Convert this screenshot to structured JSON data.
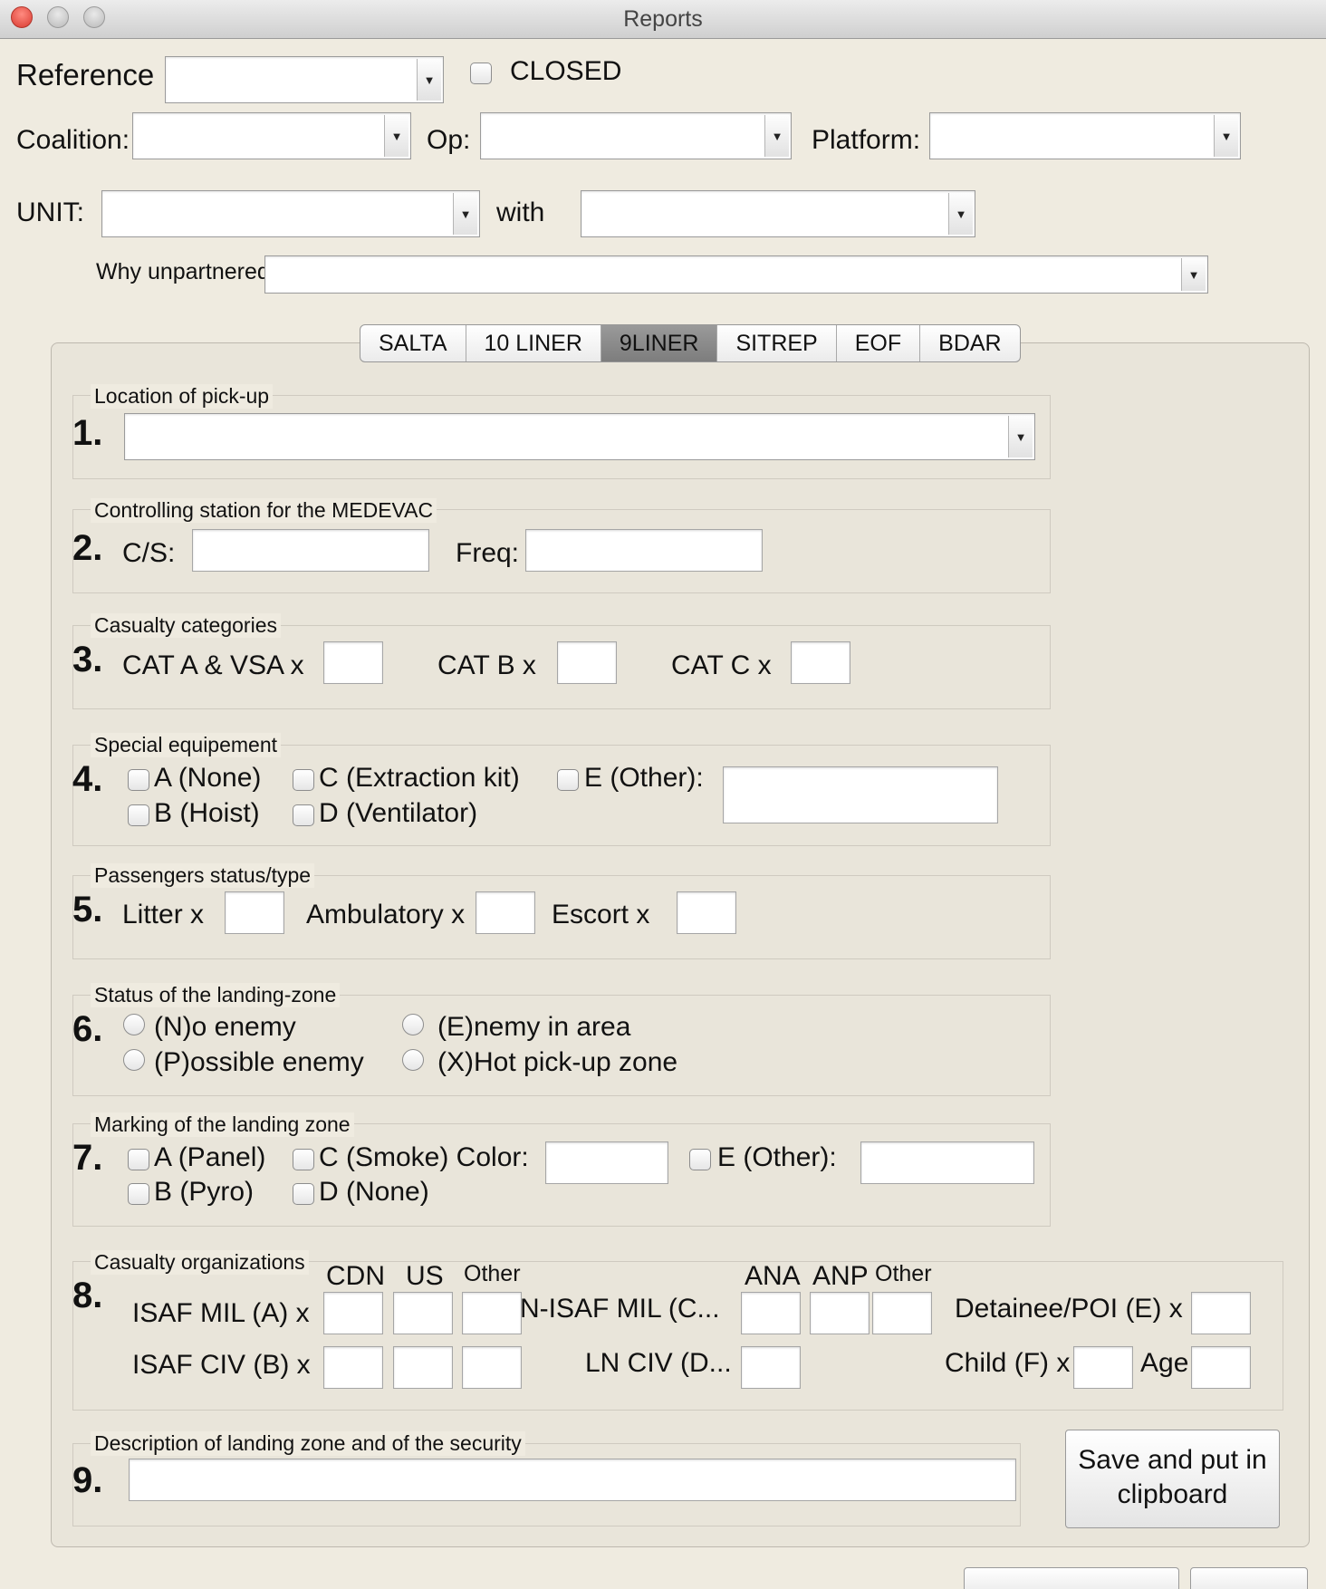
{
  "window": {
    "title": "Reports"
  },
  "top": {
    "reference_label": "Reference",
    "reference_value": "",
    "closed_label": "CLOSED",
    "coalition_label": "Coalition:",
    "op_label": "Op:",
    "platform_label": "Platform:",
    "unit_label": "UNIT:",
    "with_label": "with",
    "why_unpartnered_label": "Why unpartnered"
  },
  "tabs": [
    {
      "label": "SALTA"
    },
    {
      "label": "10 LINER"
    },
    {
      "label": "9LINER",
      "active": true
    },
    {
      "label": "SITREP"
    },
    {
      "label": "EOF"
    },
    {
      "label": "BDAR"
    }
  ],
  "sections": {
    "s1": {
      "title": "Location of pick-up",
      "num": "1."
    },
    "s2": {
      "title": "Controlling station for the MEDEVAC",
      "num": "2.",
      "cs_label": "C/S:",
      "freq_label": "Freq:"
    },
    "s3": {
      "title": "Casualty categories",
      "num": "3.",
      "cat_a": "CAT A & VSA x",
      "cat_b": "CAT B x",
      "cat_c": "CAT C x"
    },
    "s4": {
      "title": "Special equipement",
      "num": "4.",
      "a": "A (None)",
      "b": "B (Hoist)",
      "c": "C (Extraction kit)",
      "d": "D (Ventilator)",
      "e": "E (Other):"
    },
    "s5": {
      "title": "Passengers status/type",
      "num": "5.",
      "litter": "Litter x",
      "ambulatory": "Ambulatory x",
      "escort": "Escort x"
    },
    "s6": {
      "title": "Status of the landing-zone",
      "num": "6.",
      "n": "(N)o enemy",
      "p": "(P)ossible enemy",
      "e": "(E)nemy in area",
      "x": "(X)Hot pick-up zone"
    },
    "s7": {
      "title": "Marking of the landing zone",
      "num": "7.",
      "a": "A (Panel)",
      "b": "B (Pyro)",
      "c": "C (Smoke) Color:",
      "d": "D (None)",
      "e": "E (Other):"
    },
    "s8": {
      "title": "Casualty organizations",
      "num": "8.",
      "cdn": "CDN",
      "us": "US",
      "other1": "Other",
      "ana": "ANA",
      "anp": "ANP",
      "other2": "Other",
      "isaf_mil": "ISAF MIL (A) x",
      "isaf_civ": "ISAF CIV (B) x",
      "n_isaf_mil": "N-ISAF MIL (C...",
      "ln_civ": "LN CIV (D...",
      "detainee": "Detainee/POI (E) x",
      "child": "Child (F) x",
      "age": "Age"
    },
    "s9": {
      "title": "Description of landing zone and of the security",
      "num": "9."
    }
  },
  "buttons": {
    "save": "Save and put in clipboard"
  }
}
